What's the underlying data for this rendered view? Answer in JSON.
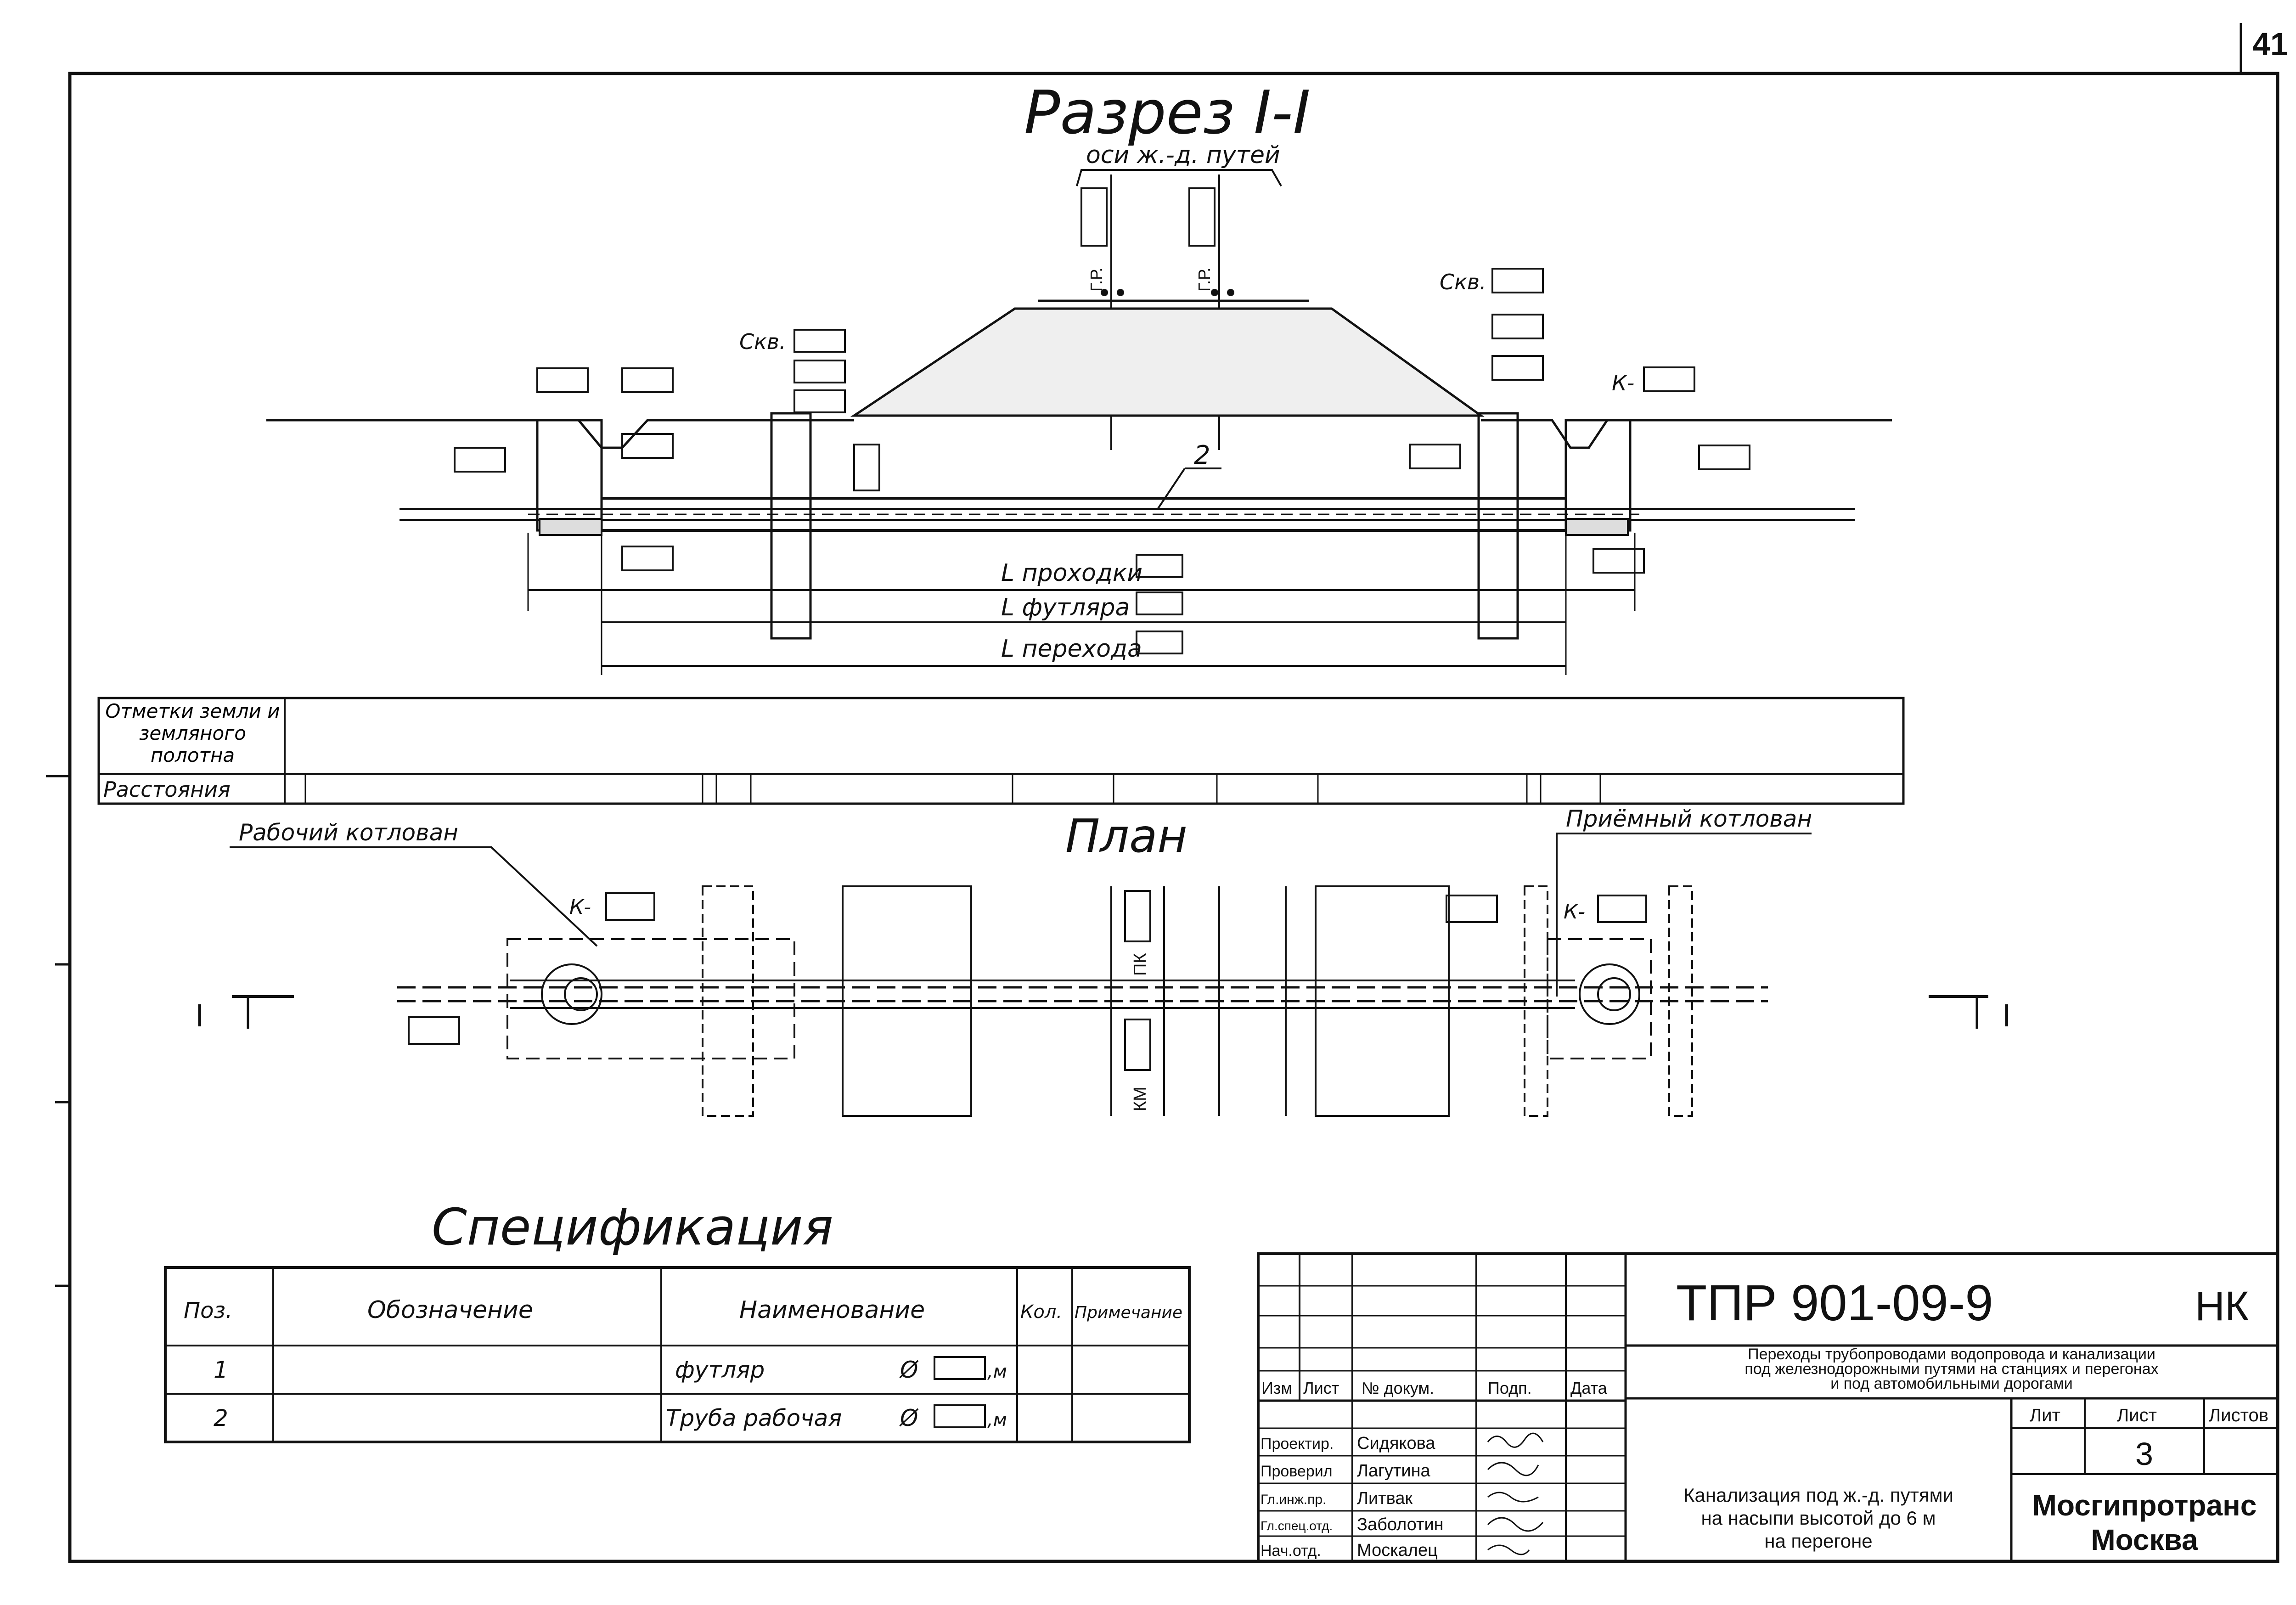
{
  "page_number": "41",
  "section": {
    "title": "Разрез I-I",
    "rail_axes_label": "оси ж.-д. путей",
    "well_label": "Скв.",
    "manhole_label": "К-",
    "gr_label": "Г.Р.",
    "pipe_callout": "2",
    "dims": [
      "L проходки",
      "L футляра",
      "L перехода"
    ]
  },
  "profile_table": {
    "row1": "Отметки земли и земляного полотна",
    "row2": "Расстояния"
  },
  "plan": {
    "title": "План",
    "working_pit": "Рабочий котлован",
    "receiving_pit": "Приёмный котлован",
    "section_mark": "I",
    "manhole_label": "К-",
    "pk": "ПК",
    "km": "КМ"
  },
  "spec": {
    "title": "Спецификация",
    "headers": [
      "Поз.",
      "Обозначение",
      "Наименование",
      "Кол.",
      "Примечание"
    ],
    "rows": [
      {
        "pos": "1",
        "name": "футляр",
        "dia": "Ø",
        "unit": ",м"
      },
      {
        "pos": "2",
        "name": "Труба рабочая",
        "dia": "Ø",
        "unit": ",м"
      }
    ]
  },
  "title_block": {
    "code": "ТПР 901-09-9",
    "mark": "НК",
    "desc1": "Переходы трубопроводами водопровода и канализации",
    "desc2": "под железнодорожными путями на станциях и перегонах",
    "desc3": "и под автомобильными дорогами",
    "rev_headers": [
      "Изм",
      "Лист",
      "№ докум.",
      "Подп.",
      "Дата"
    ],
    "people": [
      {
        "role": "Проектир.",
        "name": "Сидякова"
      },
      {
        "role": "Проверил",
        "name": "Лагутина"
      },
      {
        "role": "Гл.инж.пр.",
        "name": "Литвак"
      },
      {
        "role": "Гл.спец.отд.",
        "name": "Заболотин"
      },
      {
        "role": "Нач.отд.",
        "name": "Москалец"
      }
    ],
    "sheet_headers": [
      "Лит",
      "Лист",
      "Листов"
    ],
    "sheet": "3",
    "name1": "Канализация под ж.-д. путями",
    "name2": "на насыпи высотой до 6 м",
    "name3": "на перегоне",
    "org1": "Мосгипротранс",
    "org2": "Москва"
  }
}
